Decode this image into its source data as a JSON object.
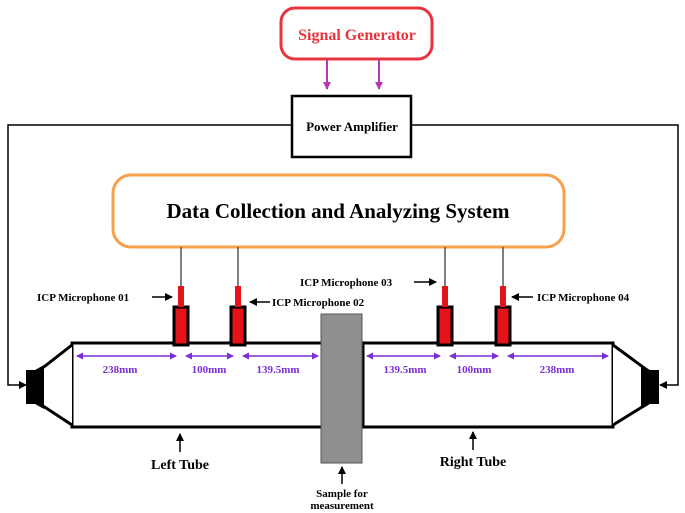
{
  "title_blocks": {
    "signal_generator": "Signal Generator",
    "power_amplifier": "Power Amplifier",
    "daq": "Data Collection and Analyzing System"
  },
  "microphones": {
    "mic1": "ICP Microphone 01",
    "mic2": "ICP Microphone 02",
    "mic3": "ICP Microphone 03",
    "mic4": "ICP Microphone 04"
  },
  "dimensions": {
    "left_1": "238mm",
    "left_2": "100mm",
    "left_3": "139.5mm",
    "right_1": "139.5mm",
    "right_2": "100mm",
    "right_3": "238mm"
  },
  "tubes": {
    "left": "Left Tube",
    "right": "Right Tube"
  },
  "sample": {
    "line1": "Sample for",
    "line2": "measurement"
  },
  "colors": {
    "signal_generator_border": "#e8343f",
    "signal_generator_text": "#e8343f",
    "daq_border": "#f5a04a",
    "dimension_color": "#7b2fd6",
    "amp_wire_color": "#b03ab0",
    "mic_red": "#e5141a",
    "sample_fill": "#8f8f8f"
  }
}
